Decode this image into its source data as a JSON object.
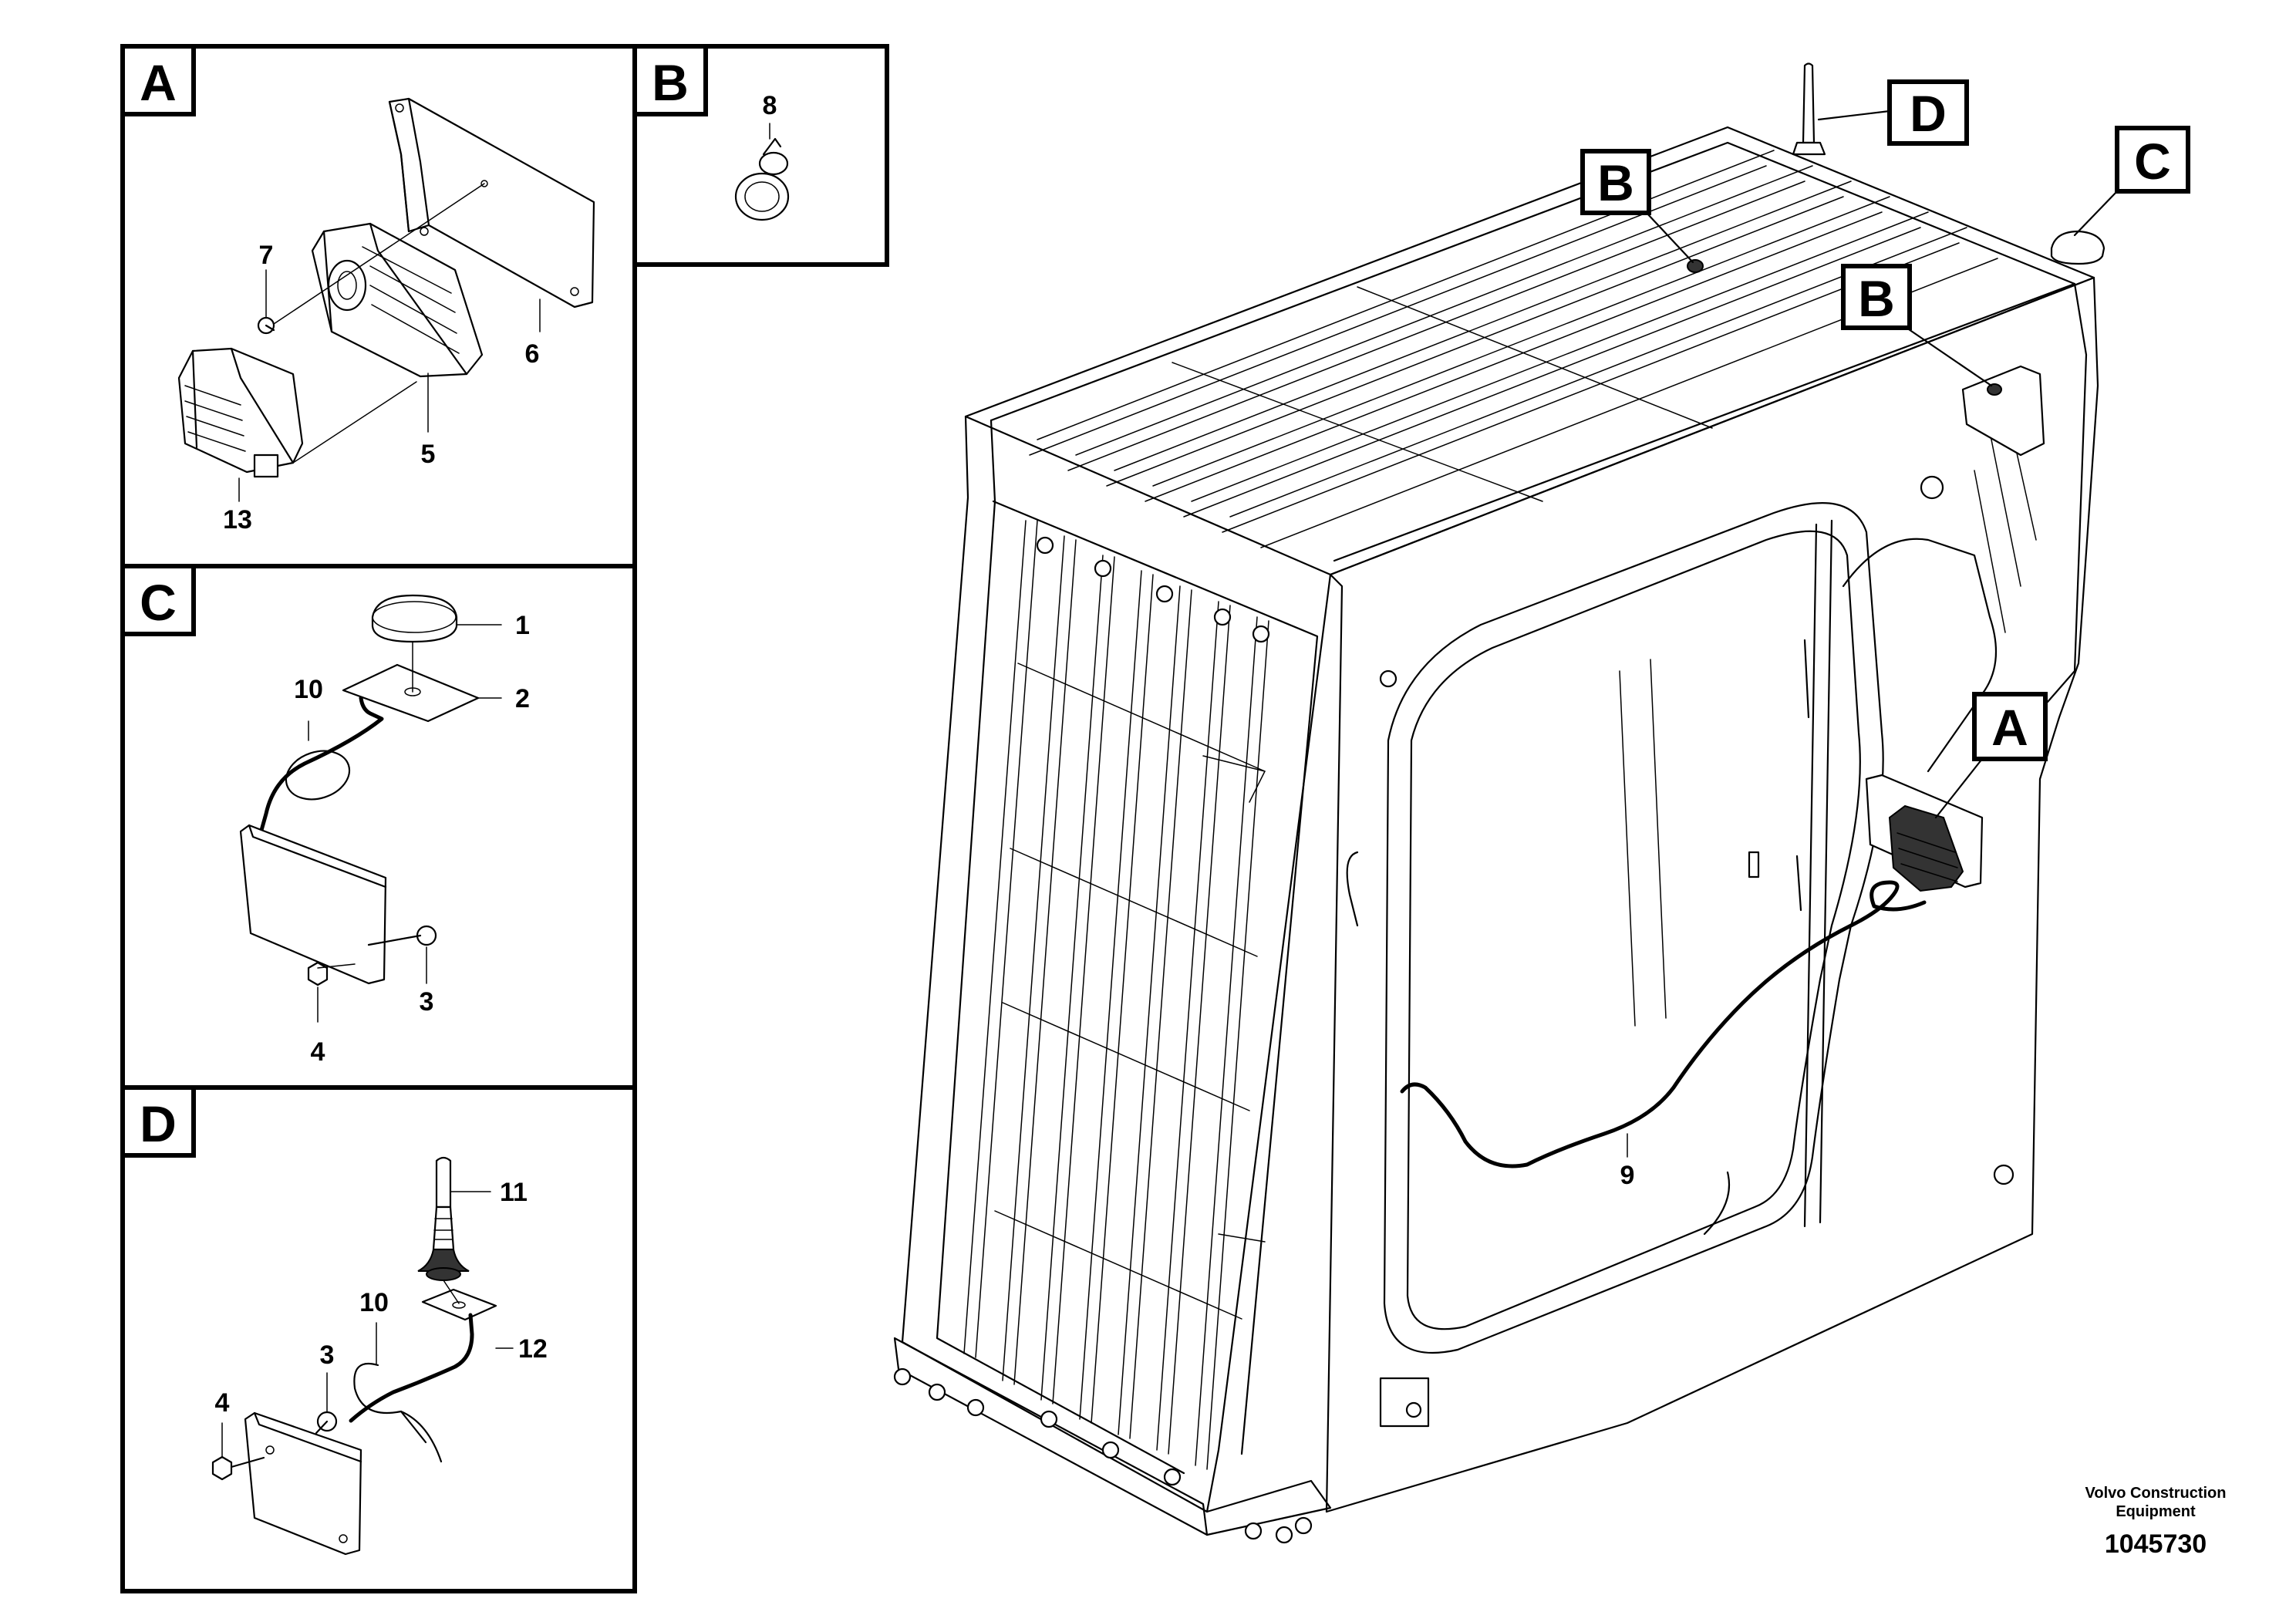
{
  "panels": {
    "A": {
      "label": "A",
      "parts": {
        "p7": "7",
        "p6": "6",
        "p5": "5",
        "p13": "13"
      }
    },
    "B": {
      "label": "B",
      "parts": {
        "p8": "8"
      }
    },
    "C": {
      "label": "C",
      "parts": {
        "p1": "1",
        "p10": "10",
        "p2": "2",
        "p3": "3",
        "p4": "4"
      }
    },
    "D": {
      "label": "D",
      "parts": {
        "p11": "11",
        "p10": "10",
        "p12": "12",
        "p3": "3",
        "p4": "4"
      }
    }
  },
  "callouts": {
    "A": "A",
    "B_top": "B",
    "B_right": "B",
    "C": "C",
    "D": "D"
  },
  "main_parts": {
    "p9": "9"
  },
  "footer": {
    "brand_line1": "Volvo Construction",
    "brand_line2": "Equipment",
    "drawing_number": "1045730"
  }
}
